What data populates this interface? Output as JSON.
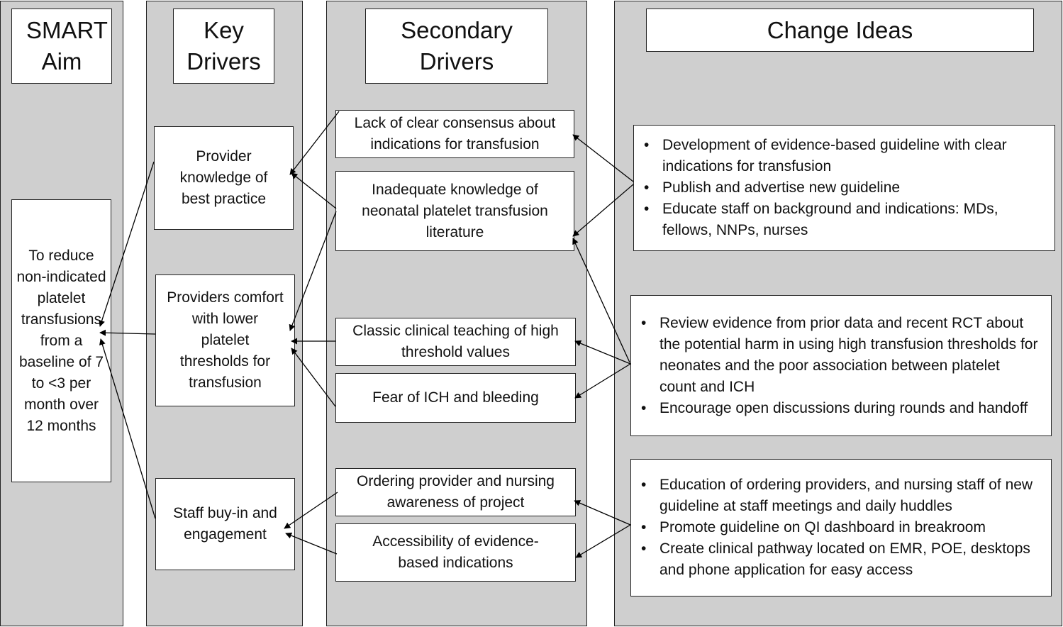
{
  "headers": {
    "smart_aim": "SMART Aim",
    "key_drivers": "Key Drivers",
    "secondary_drivers": "Secondary Drivers",
    "change_ideas": "Change Ideas"
  },
  "smart_aim": "To reduce non-indicated platelet transfusions from a baseline of 7 to <3 per month over 12 months",
  "key_drivers": [
    "Provider knowledge of best practice",
    "Providers comfort with lower platelet thresholds for transfusion",
    "Staff buy-in and engagement"
  ],
  "secondary_drivers": [
    "Lack of clear consensus about indications for transfusion",
    "Inadequate knowledge of neonatal platelet transfusion literature",
    "Classic clinical teaching of high threshold values",
    "Fear of ICH and bleeding",
    "Ordering provider and nursing awareness of project",
    "Accessibility of evidence-based indications"
  ],
  "change_ideas": [
    {
      "items": [
        "Development of evidence-based guideline with clear indications for transfusion",
        "Publish and advertise new guideline",
        "Educate staff on background and indications: MDs, fellows, NNPs, nurses"
      ]
    },
    {
      "items": [
        "Review evidence from prior data and recent RCT about the potential harm in using high transfusion thresholds for neonates and the poor association between platelet count and ICH",
        "Encourage open discussions during rounds and handoff"
      ]
    },
    {
      "items": [
        "Education of ordering providers, and nursing staff of new guideline at staff meetings and daily huddles",
        "Promote guideline on QI dashboard in breakroom",
        "Create clinical pathway located on EMR, POE, desktops and phone application for easy access"
      ]
    }
  ]
}
